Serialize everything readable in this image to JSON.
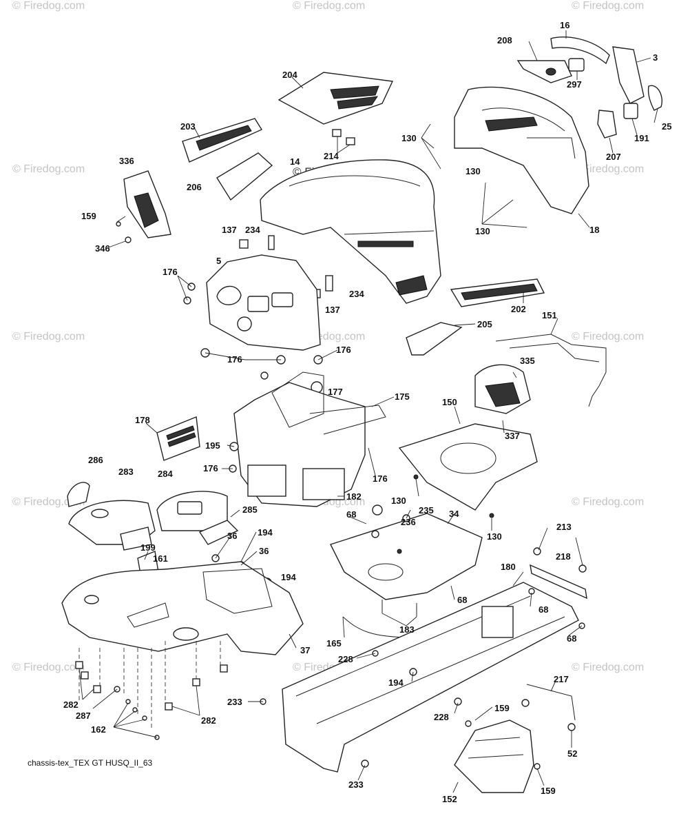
{
  "watermark": {
    "text": "© Firedog.com",
    "central_text": "© Firedog.com"
  },
  "caption": "chassis-tex_TEX GT HUSQ_II_63",
  "callouts": {
    "c16": "16",
    "c208": "208",
    "c3": "3",
    "c297": "297",
    "c204": "204",
    "c203": "203",
    "c130a": "130",
    "c25": "25",
    "c207": "207",
    "c191": "191",
    "c214": "214",
    "c14": "14",
    "c336": "336",
    "c206": "206",
    "c130b": "130",
    "c159a": "159",
    "c346": "346",
    "c130c": "130",
    "c18": "18",
    "c137a": "137",
    "c234a": "234",
    "c5": "5",
    "c176a": "176",
    "c234b": "234",
    "c137b": "137",
    "c202": "202",
    "c151": "151",
    "c205": "205",
    "c176b": "176",
    "c176c": "176",
    "c335": "335",
    "c177": "177",
    "c175": "175",
    "c150": "150",
    "c337": "337",
    "c178": "178",
    "c195": "195",
    "c286": "286",
    "c283": "283",
    "c284": "284",
    "c176d": "176",
    "c176e": "176",
    "c182": "182",
    "c130d": "130",
    "c285": "285",
    "c68a": "68",
    "c235": "235",
    "c34": "34",
    "c236": "236",
    "c130e": "130",
    "c213": "213",
    "c36a": "36",
    "c194a": "194",
    "c199": "199",
    "c161": "161",
    "c36b": "36",
    "c218": "218",
    "c194b": "194",
    "c180": "180",
    "c68b": "68",
    "c68c": "68",
    "c183": "183",
    "c68d": "68",
    "c37": "37",
    "c165": "165",
    "c228a": "228",
    "c217": "217",
    "c194c": "194",
    "c282a": "282",
    "c287": "287",
    "c233a": "233",
    "c228b": "228",
    "c159b": "159",
    "c162": "162",
    "c282b": "282",
    "c52": "52",
    "c233b": "233",
    "c159c": "159",
    "c152": "152"
  }
}
